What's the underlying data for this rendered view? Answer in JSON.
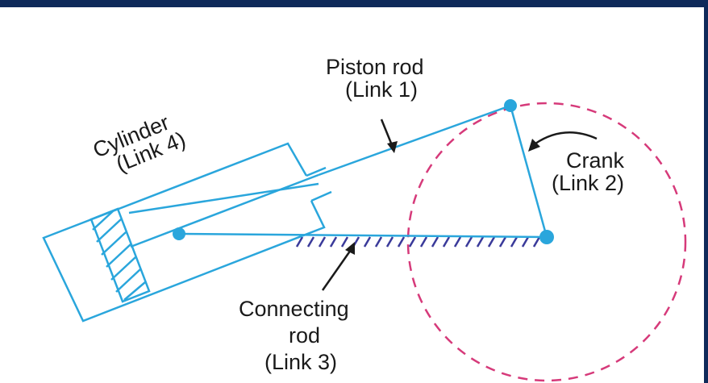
{
  "labels": {
    "cylinder": {
      "title": "Cylinder",
      "link": "(Link 4)"
    },
    "piston_rod": {
      "title": "Piston rod",
      "link": "(Link 1)"
    },
    "crank": {
      "title": "Crank",
      "link": "(Link 2)"
    },
    "connecting_rod": {
      "title": "Connecting",
      "title2": "rod",
      "link": "(Link 3)"
    }
  },
  "colors": {
    "link_line": "#2aa6dc",
    "joint": "#2aa6dc",
    "crank_circle": "#d63a7a",
    "ground_hatch": "#3a3a9a",
    "frame": "#0f2a5a",
    "text": "#1a1a1a"
  }
}
